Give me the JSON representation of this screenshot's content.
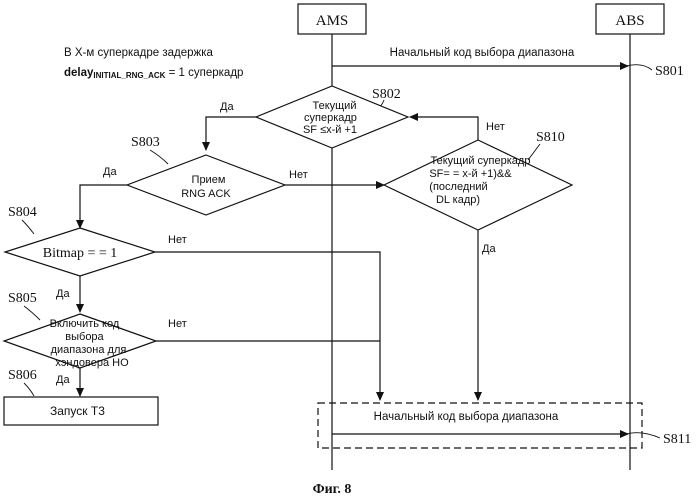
{
  "entities": {
    "ams": "AMS",
    "abs": "ABS"
  },
  "note": {
    "line1": "В Х-м суперкадре задержка",
    "delay_main": "delay",
    "delay_sub": "INITIAL_RNG_ACK",
    "delay_rest": " = 1 суперкадр"
  },
  "messages": {
    "top": "Начальный код выбора диапазона",
    "bottom": "Начальный код выбора диапазона"
  },
  "steps": {
    "s801": "S801",
    "s802": "S802",
    "s803": "S803",
    "s804": "S804",
    "s805": "S805",
    "s806": "S806",
    "s810": "S810",
    "s811": "S811"
  },
  "decisions": {
    "s802": [
      "Текущий",
      "суперкадр",
      "SF   ≤х-й +1"
    ],
    "s803": [
      "Прием",
      "RNG ACK"
    ],
    "s804": [
      "Bitmap = = 1"
    ],
    "s805": [
      "Включить код",
      "выбора",
      "диапазона для",
      "хэндовера  НО"
    ],
    "s810": [
      "Текущий суперкадр",
      "SF= = х-й +1)&&",
      "(последний",
      "DL кадр)"
    ]
  },
  "process": {
    "s806": "Запуск Т3"
  },
  "branch_labels": {
    "s802_yes": "Да",
    "s810_no": "Нет",
    "s803_yes": "Да",
    "s803_no": "Нет",
    "s810_yes": "Да",
    "s804_no": "Нет",
    "s804_yes": "Да",
    "s805_no": "Нет",
    "s805_yes": "Да"
  },
  "caption": "Фиг. 8"
}
